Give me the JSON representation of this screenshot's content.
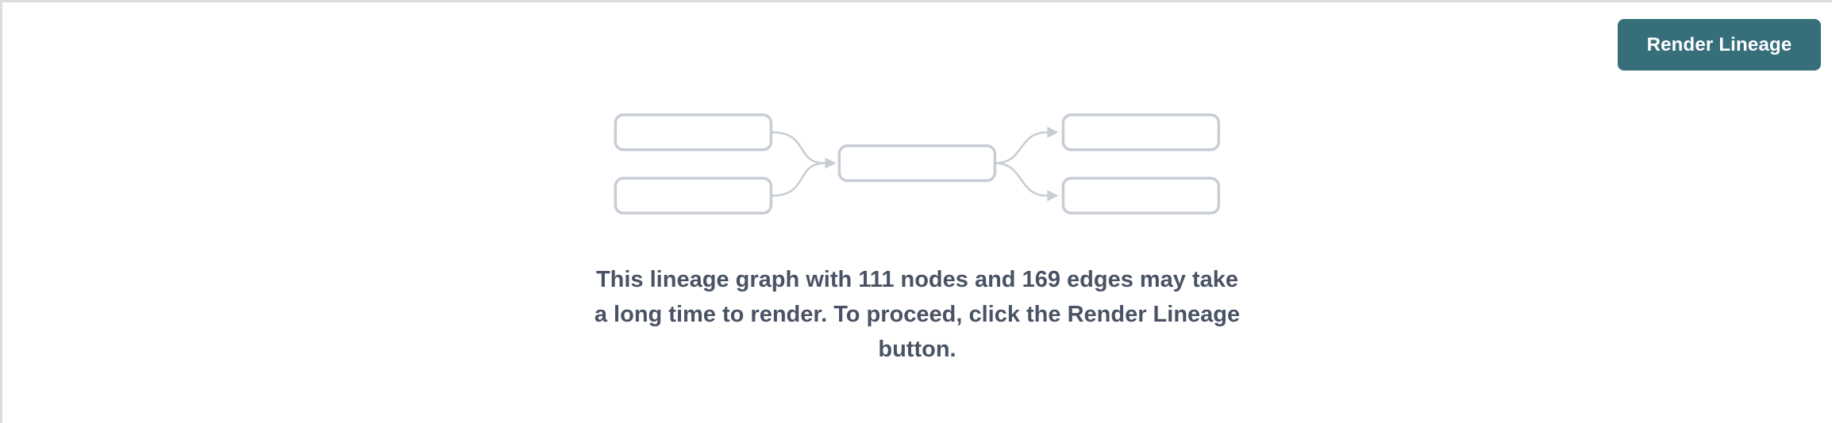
{
  "panel": {
    "border_color": "#dcdde1",
    "background": "#ffffff"
  },
  "toolbar": {
    "render_button_label": "Render Lineage",
    "render_button_bg": "#366f7a",
    "render_button_text_color": "#ffffff"
  },
  "placeholder": {
    "graphic": {
      "box_border_color": "#c7ccd5",
      "box_fill": "#ffffff",
      "edge_color": "#c7ccd5"
    },
    "message": {
      "lines": [
        "This lineage graph with 111 nodes and 169 edges may take",
        "a long time to render. To proceed, click the Render Lineage",
        "button."
      ],
      "full_text": "This lineage graph with 111 nodes and 169 edges may take a long time to render. To proceed, click the Render Lineage button.",
      "node_count": 111,
      "edge_count": 169,
      "text_color": "#4a5365"
    }
  }
}
